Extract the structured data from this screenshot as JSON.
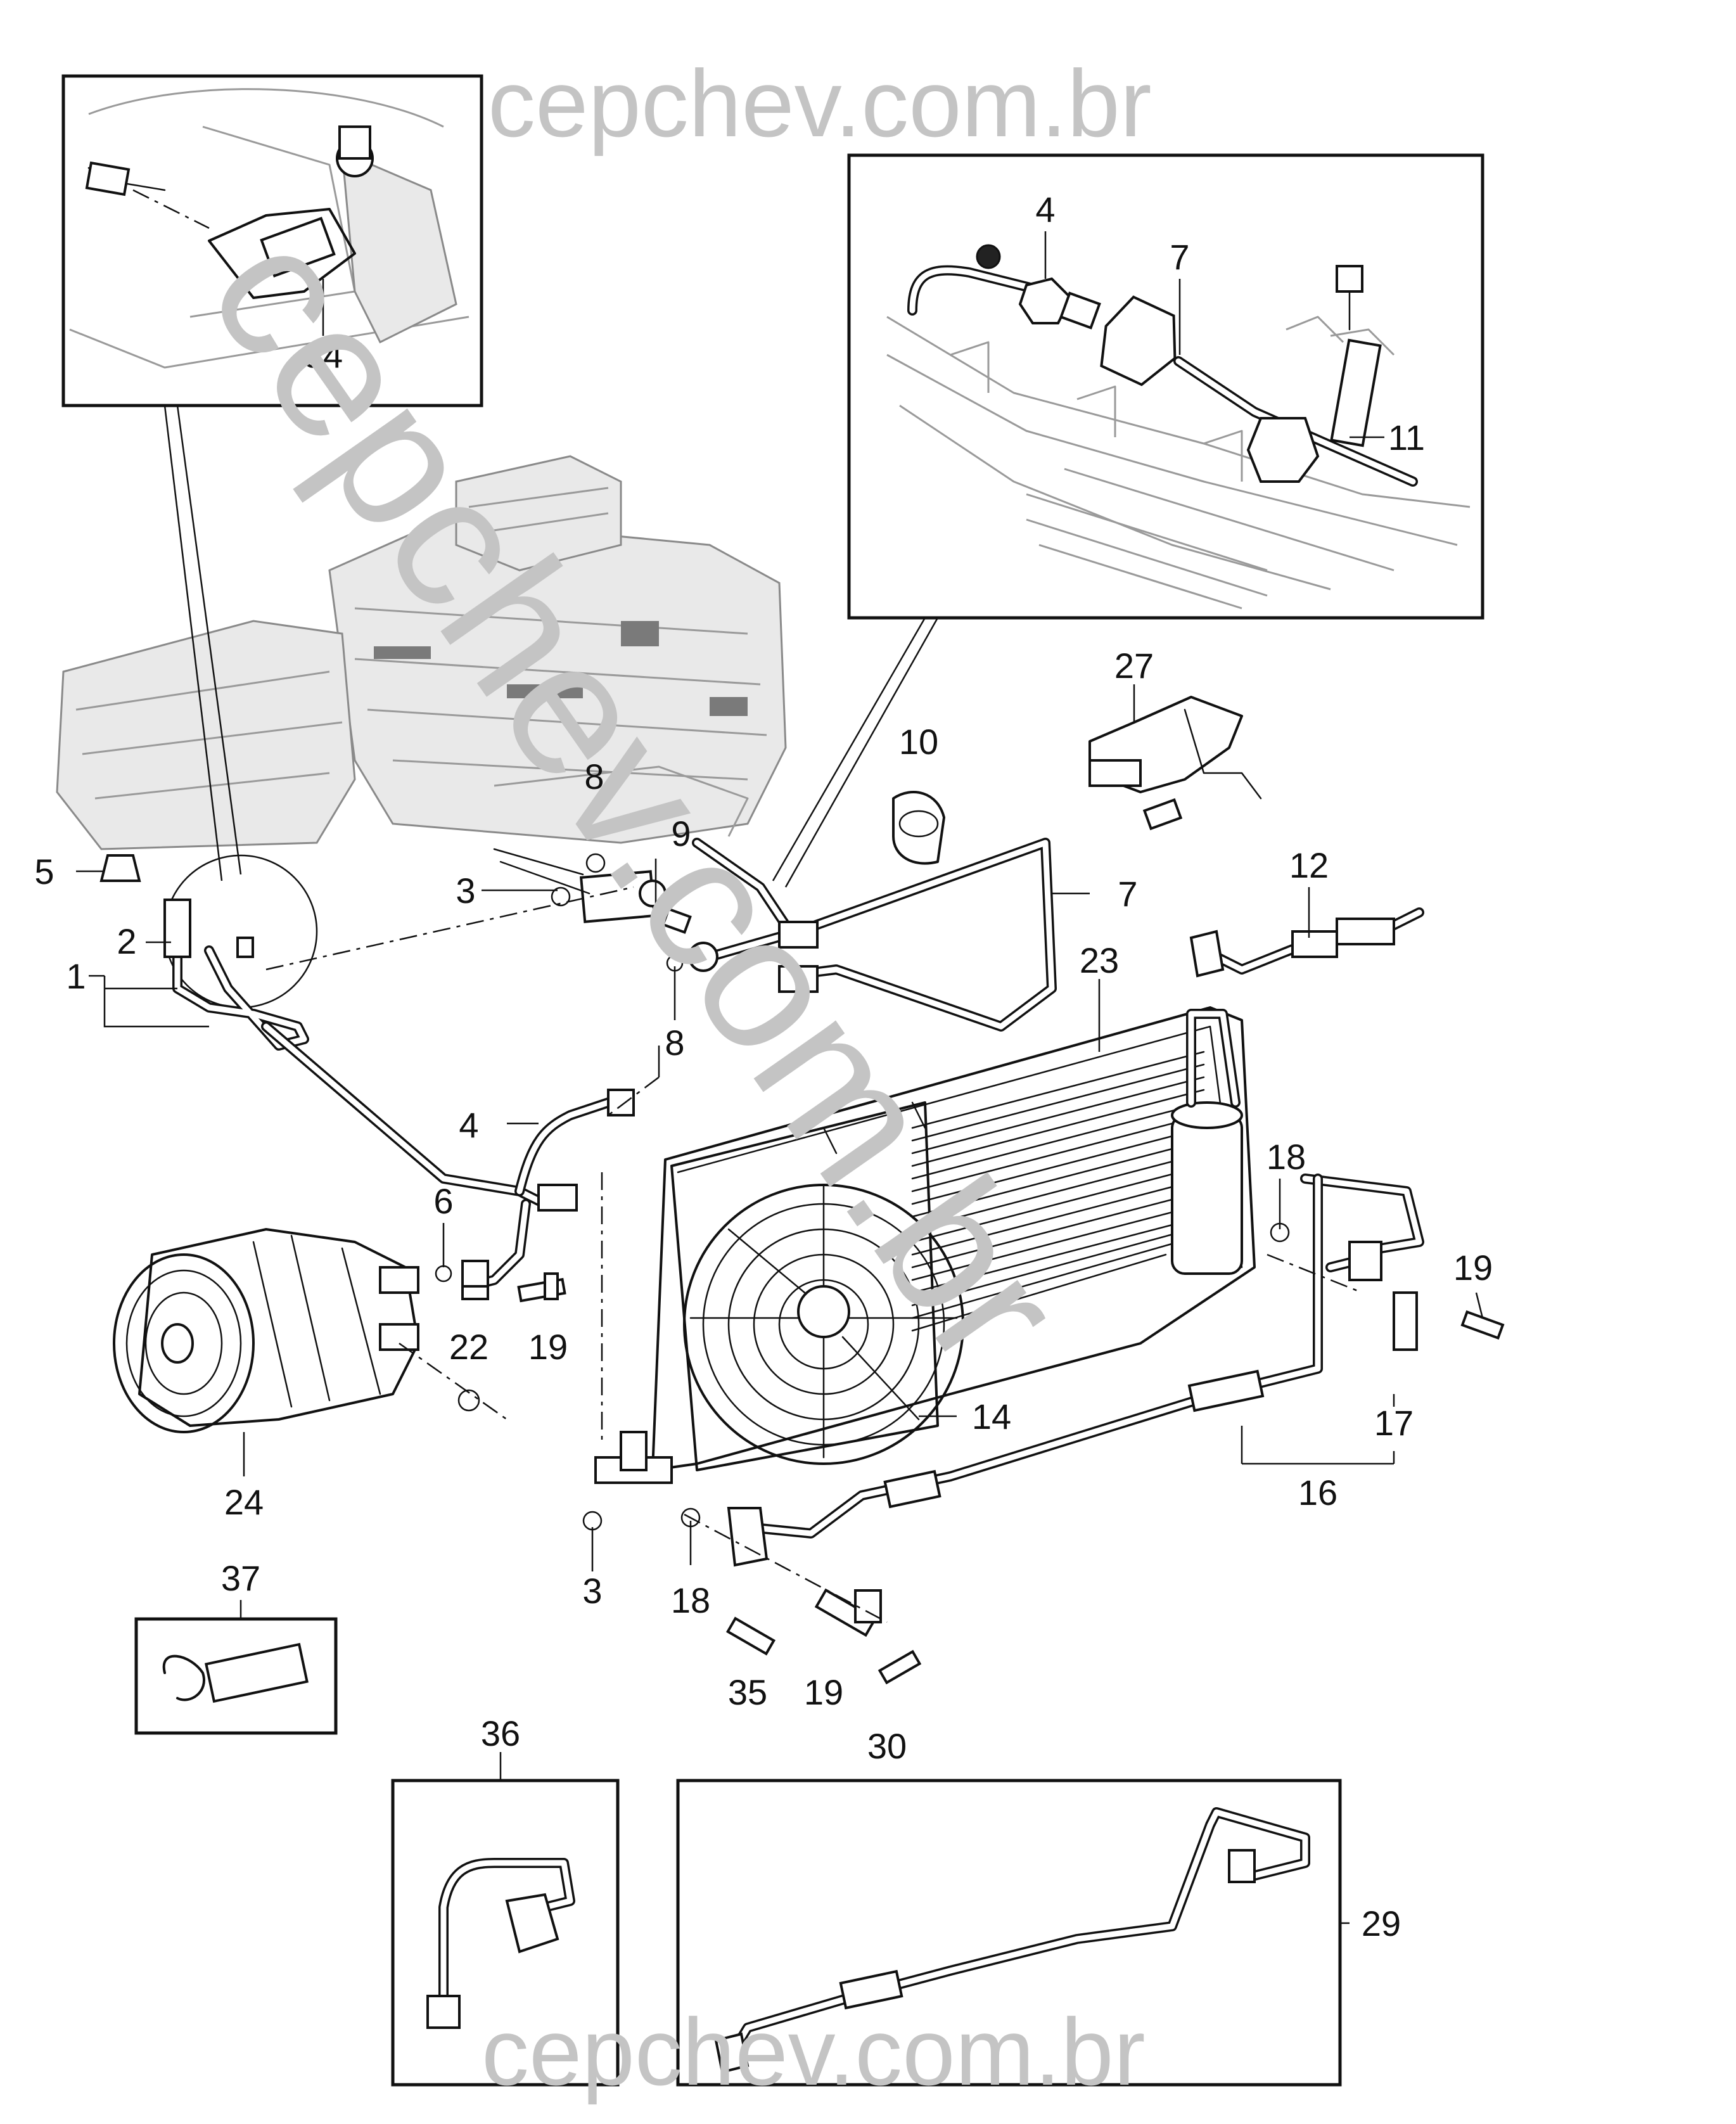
{
  "watermarks": {
    "top": "cepchev.com.br",
    "bottom": "cepchev.com.br",
    "diagonal": "cepchev.com.br"
  },
  "callouts": [
    {
      "id": "1",
      "text": "1"
    },
    {
      "id": "2",
      "text": "2"
    },
    {
      "id": "3a",
      "text": "3"
    },
    {
      "id": "3b",
      "text": "3"
    },
    {
      "id": "4a",
      "text": "4"
    },
    {
      "id": "4b",
      "text": "4"
    },
    {
      "id": "5",
      "text": "5"
    },
    {
      "id": "6",
      "text": "6"
    },
    {
      "id": "7a",
      "text": "7"
    },
    {
      "id": "7b",
      "text": "7"
    },
    {
      "id": "8a",
      "text": "8"
    },
    {
      "id": "8b",
      "text": "8"
    },
    {
      "id": "9",
      "text": "9"
    },
    {
      "id": "10",
      "text": "10"
    },
    {
      "id": "11",
      "text": "11"
    },
    {
      "id": "12",
      "text": "12"
    },
    {
      "id": "14",
      "text": "14"
    },
    {
      "id": "16",
      "text": "16"
    },
    {
      "id": "17",
      "text": "17"
    },
    {
      "id": "18a",
      "text": "18"
    },
    {
      "id": "18b",
      "text": "18"
    },
    {
      "id": "19a",
      "text": "19"
    },
    {
      "id": "19b",
      "text": "19"
    },
    {
      "id": "19c",
      "text": "19"
    },
    {
      "id": "22",
      "text": "22"
    },
    {
      "id": "23",
      "text": "23"
    },
    {
      "id": "24",
      "text": "24"
    },
    {
      "id": "27",
      "text": "27"
    },
    {
      "id": "29",
      "text": "29"
    },
    {
      "id": "30",
      "text": "30"
    },
    {
      "id": "34",
      "text": "34"
    },
    {
      "id": "35",
      "text": "35"
    },
    {
      "id": "36",
      "text": "36"
    },
    {
      "id": "37",
      "text": "37"
    }
  ]
}
